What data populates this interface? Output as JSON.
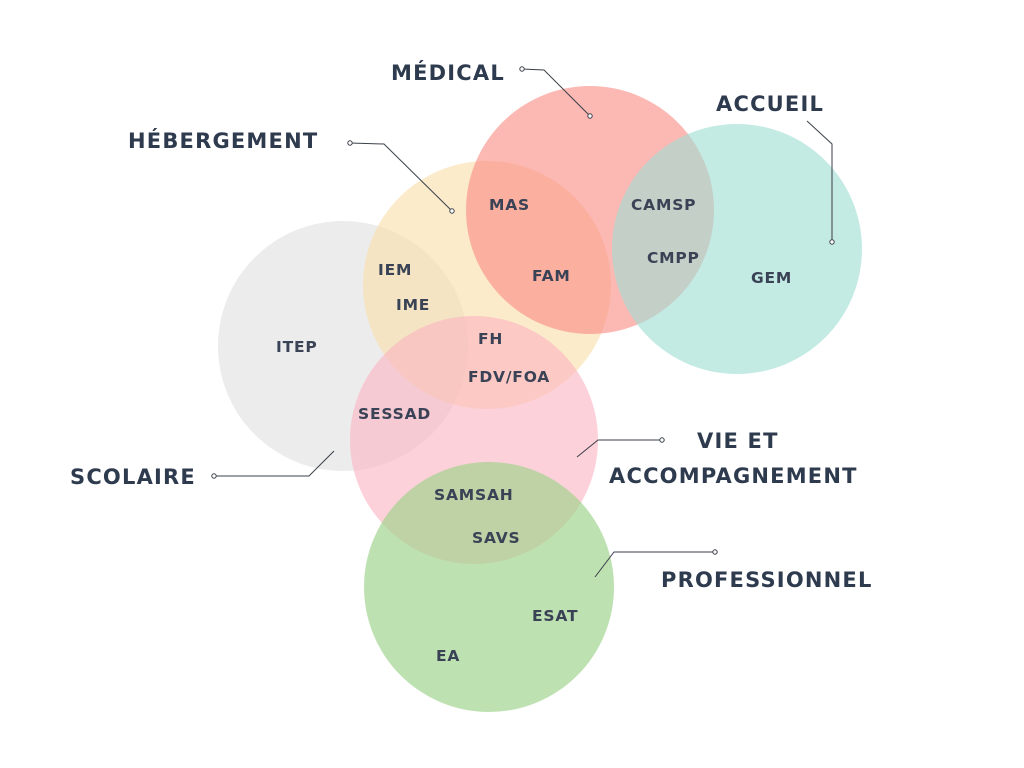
{
  "categories": {
    "medical": "MÉDICAL",
    "accueil": "ACCUEIL",
    "hebergement": "HÉBERGEMENT",
    "scolaire": "SCOLAIRE",
    "vie_line1": "VIE ET",
    "vie_line2": "ACCOMPAGNEMENT",
    "professionnel": "PROFESSIONNEL"
  },
  "items": {
    "mas": "MAS",
    "fam": "FAM",
    "camsp": "CAMSP",
    "cmpp": "CMPP",
    "gem": "GEM",
    "iem": "IEM",
    "ime": "IME",
    "itep": "ITEP",
    "fh": "FH",
    "fdv_foa": "FDV/FOA",
    "sessad": "SESSAD",
    "samsah": "SAMSAH",
    "savs": "SAVS",
    "esat": "ESAT",
    "ea": "EA"
  },
  "colors": {
    "scolaire": "#dcdcdc",
    "hebergement": "#f9e0ad",
    "medical": "#fa8c84",
    "accueil": "#9fddd4",
    "vie_accompagnement": "#fcb5c2",
    "professionnel": "#9fd38e",
    "text": "#2e3b4e"
  }
}
